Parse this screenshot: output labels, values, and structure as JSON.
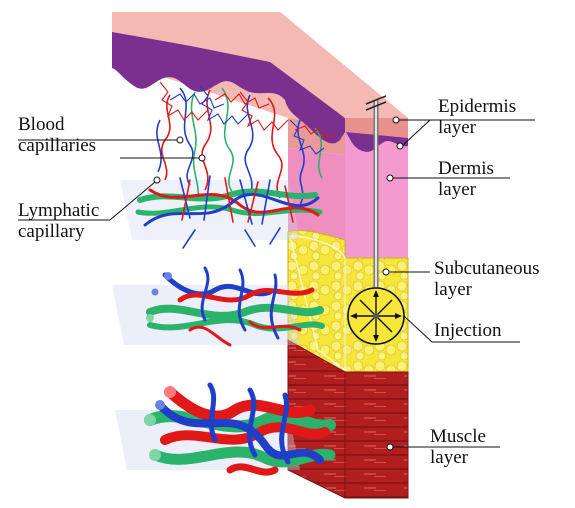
{
  "labels": {
    "blood_capillaries": [
      "Blood",
      "capillaries"
    ],
    "lymphatic_capillary": [
      "Lymphatic",
      "capillary"
    ],
    "epidermis": [
      "Epidermis",
      "layer"
    ],
    "dermis": [
      "Dermis",
      "layer"
    ],
    "subcutaneous": [
      "Subcutaneous",
      "layer"
    ],
    "injection": [
      "Injection"
    ],
    "muscle": [
      "Muscle",
      "layer"
    ]
  },
  "colors": {
    "epidermis": "#f0a8a4",
    "epidermis_top": "#f6c0b8",
    "basal": "#7b2f8f",
    "dermis": "#f095c5",
    "subcutaneous": "#f7e63a",
    "muscle": "#b22222",
    "blood_artery": "#e01818",
    "blood_vein": "#1f3fc8",
    "lymph": "#2bb36b"
  }
}
